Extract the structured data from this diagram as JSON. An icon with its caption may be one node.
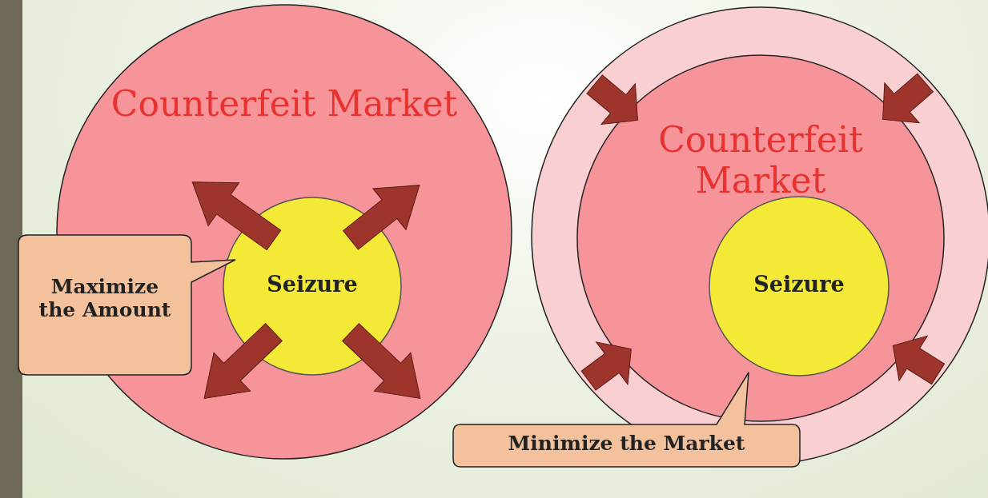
{
  "diagram": {
    "nodes": [
      {
        "text": [],
        "shape": "bar"
      },
      {
        "text": [
          "Counterfeit Market"
        ]
      },
      {
        "text": [
          "Seizure"
        ],
        "in": 1
      },
      {
        "text": [
          "Maximize the Amount"
        ]
      },
      {
        "text": [],
        "shape": "circle"
      },
      {
        "text": [
          "Counterfeit Market"
        ],
        "in": 4
      },
      {
        "text": [
          "Seizure"
        ],
        "in": 5
      },
      {
        "text": [
          "Minimize the Market"
        ]
      }
    ],
    "edges": [
      {
        "from": 2,
        "to": null,
        "arrow": "to"
      },
      {
        "from": 2,
        "to": null,
        "arrow": "to"
      },
      {
        "from": 2,
        "to": null,
        "arrow": "to"
      },
      {
        "from": 2,
        "to": null,
        "arrow": "to"
      },
      {
        "from": 4,
        "to": 5,
        "arrow": "to"
      },
      {
        "from": 4,
        "to": 5,
        "arrow": "to"
      },
      {
        "from": 4,
        "to": 5,
        "arrow": "to"
      },
      {
        "from": 4,
        "to": 5,
        "arrow": "to"
      }
    ]
  }
}
